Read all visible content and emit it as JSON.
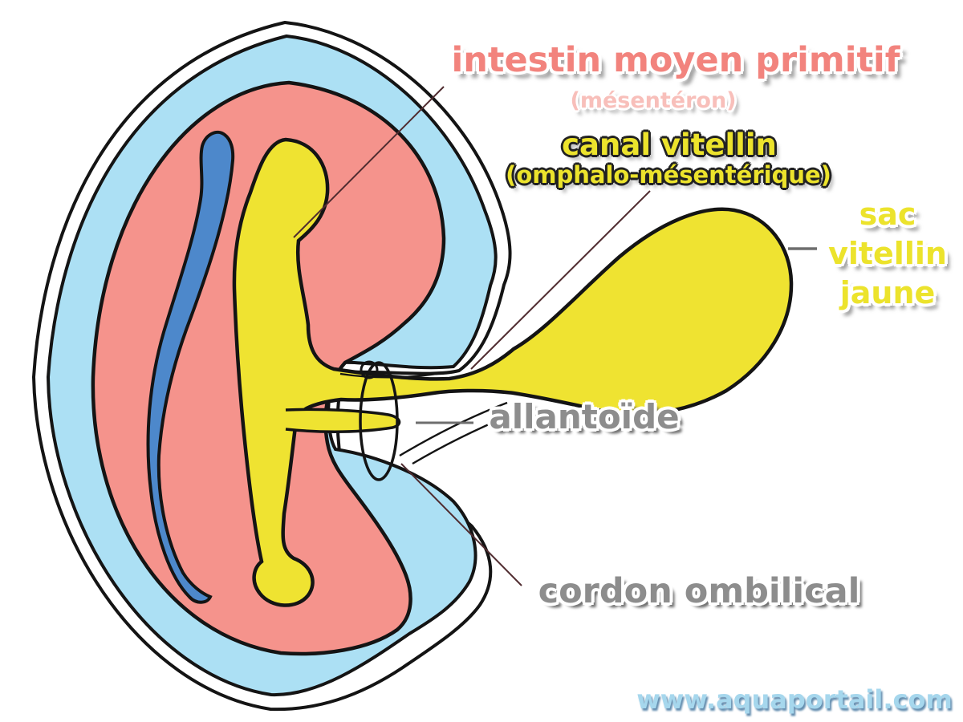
{
  "labels": {
    "midgut": {
      "title": "intestin moyen primitif",
      "subtitle": "(mésentéron)"
    },
    "vitelline_duct": {
      "title": "canal vitellin",
      "subtitle": "(omphalo-mésentérique)"
    },
    "yolk_sac": {
      "line1": "sac",
      "line2": "vitellin",
      "line3": "jaune"
    },
    "allantois": {
      "title": "allantoïde"
    },
    "umbilical_cord": {
      "title": "cordon ombilical"
    },
    "watermark": {
      "text": "www.aquaportail.com"
    }
  },
  "colors": {
    "background": "#ffffff",
    "outline_black": "#141414",
    "amnion_blue": "#ace0f4",
    "body_pink": "#f5938c",
    "neural_blue": "#4d88cb",
    "gut_yellow": "#efe331",
    "label_salmon": "#f2837d",
    "label_salmon_sub": "#f8bfba",
    "label_yellow": "#ece32c",
    "label_gray": "#8d8d8d",
    "watermark_blue": "#a6d7ed",
    "leader_dark": "#502c30",
    "leader_gray": "#6e6e6e"
  }
}
